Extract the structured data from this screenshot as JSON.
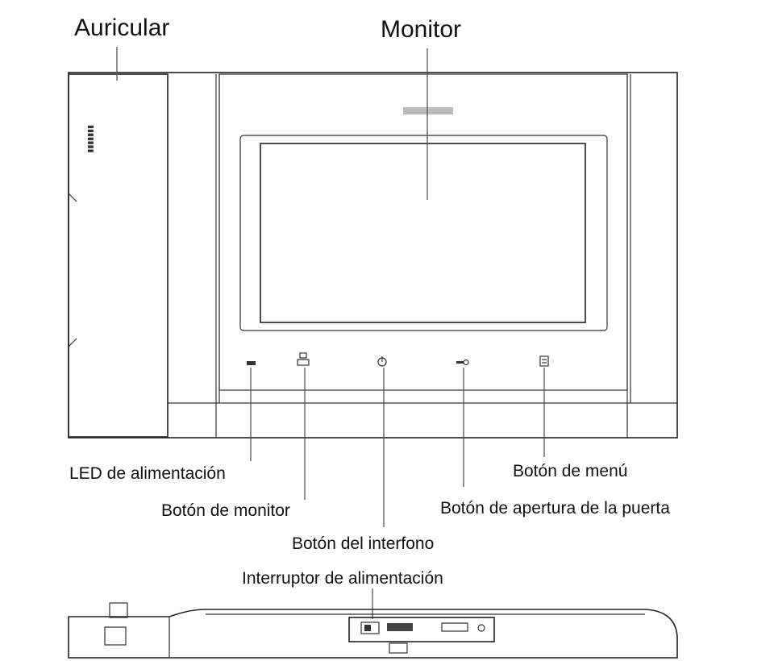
{
  "labels": {
    "handset": "Auricular",
    "monitor": "Monitor",
    "power_led": "LED de alimentación",
    "monitor_button": "Botón de monitor",
    "intercom_button": "Botón del interfono",
    "power_switch": "Interruptor de alimentación",
    "menu_button": "Botón de menú",
    "door_open_button": "Botón de apertura de la puerta"
  },
  "icons": {
    "power_led": "led-icon",
    "monitor_button": "monitor-icon",
    "intercom_button": "intercom-icon",
    "door_open_button": "key-icon",
    "menu_button": "menu-icon"
  }
}
